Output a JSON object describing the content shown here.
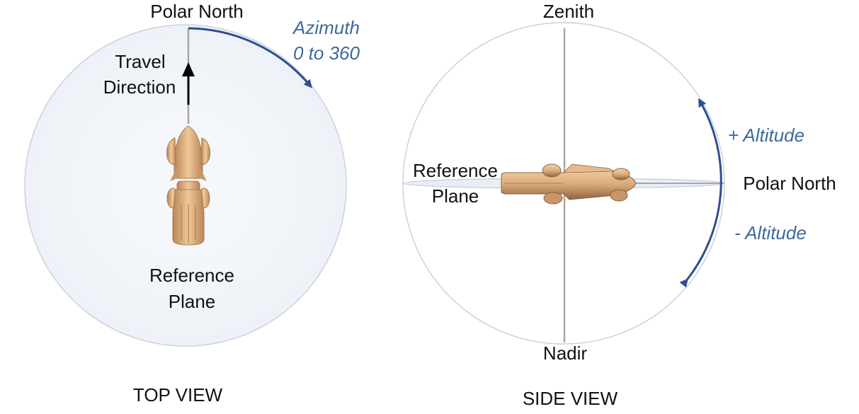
{
  "top_view": {
    "caption": "TOP VIEW",
    "north_label": "Polar North",
    "azimuth_label_line1": "Azimuth",
    "azimuth_label_line2": "0 to 360",
    "travel_label_line1": "Travel",
    "travel_label_line2": "Direction",
    "plane_label_line1": "Reference",
    "plane_label_line2": "Plane"
  },
  "side_view": {
    "caption": "SIDE VIEW",
    "zenith_label": "Zenith",
    "nadir_label": "Nadir",
    "north_label": "Polar North",
    "plus_altitude_label": "+ Altitude",
    "minus_altitude_label": "- Altitude",
    "plane_label_line1": "Reference",
    "plane_label_line2": "Plane"
  },
  "colors": {
    "arc": "#2e4f8f",
    "italic_text": "#3d6a9a",
    "sphere_fill": "#f4f7fb",
    "sphere_stroke": "#c9d2dc",
    "axis": "#a6a6a6",
    "vehicle": "#d9a878"
  }
}
